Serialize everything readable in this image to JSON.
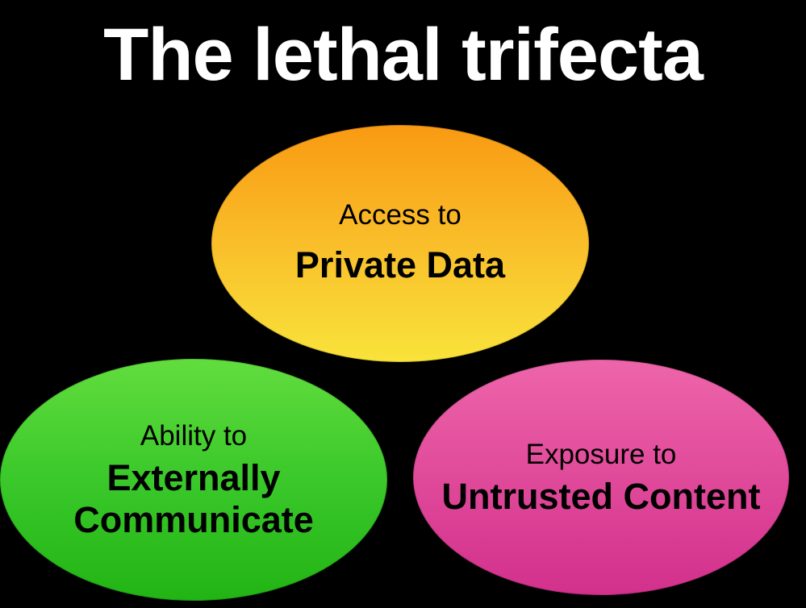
{
  "title": "The lethal trifecta",
  "nodes": {
    "top": {
      "line1": "Access to",
      "line2": "Private Data",
      "color": "#f9b820"
    },
    "left": {
      "line1": "Ability to",
      "line2": "Externally",
      "line3": "Communicate",
      "color": "#3ac82a"
    },
    "right": {
      "line1": "Exposure to",
      "line2": "Untrusted Content",
      "color": "#e04a9a"
    }
  },
  "colors": {
    "background": "#000000",
    "title": "#ffffff",
    "text": "#000000"
  }
}
